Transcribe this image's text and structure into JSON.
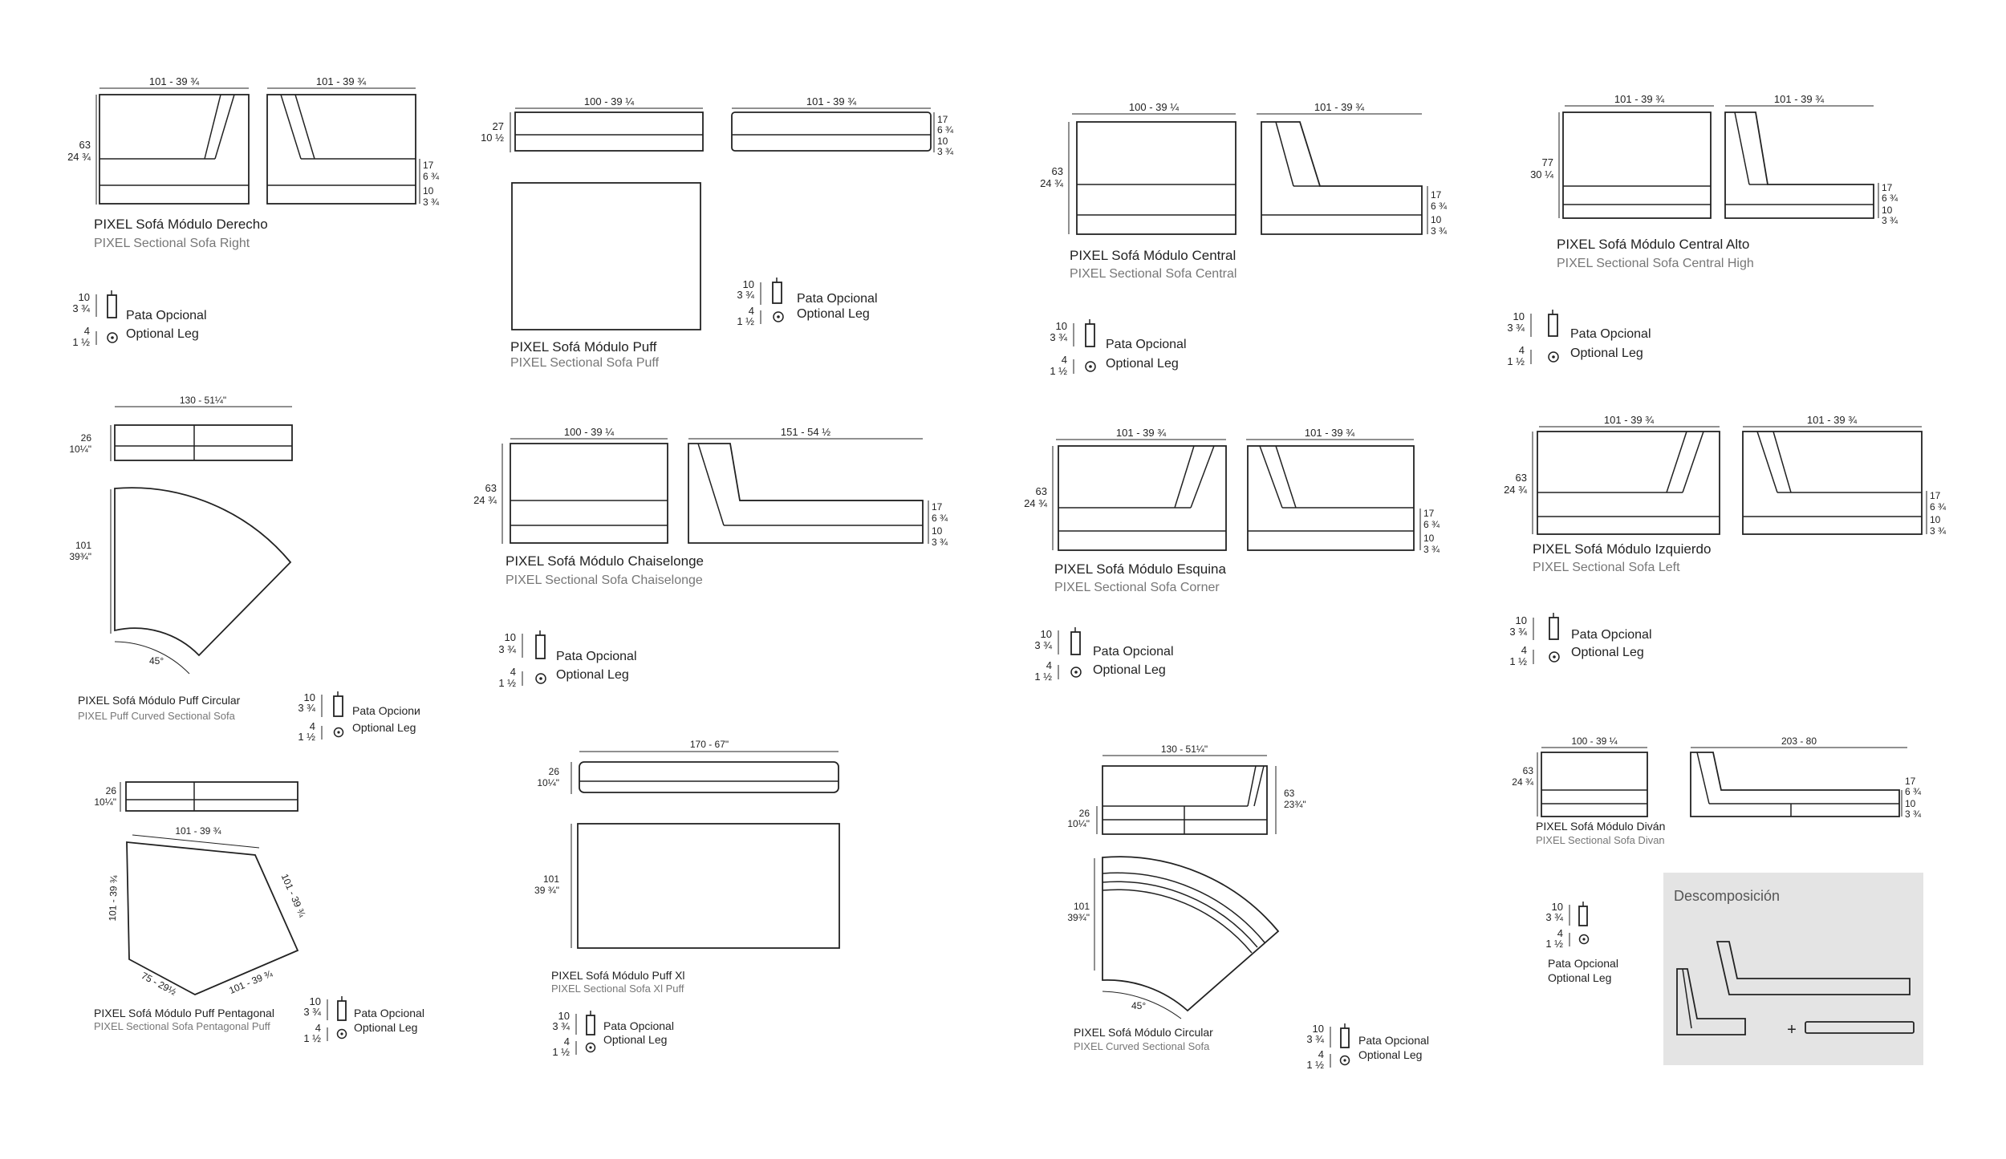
{
  "modules": {
    "m1": {
      "title": "PIXEL Sofá Módulo Derecho",
      "subtitle": "PIXEL Sectional Sofa Right",
      "w1": "101 - 39 ¾",
      "w2": "101 - 39 ¾",
      "h1": "63",
      "h2": "24 ¾",
      "s1": "17",
      "s2": "6 ¾",
      "s3": "10",
      "s4": "3 ¾"
    },
    "m2": {
      "title": "PIXEL Sofá Módulo Puff",
      "subtitle": "PIXEL Sectional Sofa Puff",
      "w1": "100 - 39 ¼",
      "w2": "101 - 39 ¾",
      "h1": "27",
      "h2": "10 ½",
      "s1": "17",
      "s2": "6 ¾",
      "s3": "10",
      "s4": "3 ¾"
    },
    "m3": {
      "title": "PIXEL Sofá Módulo Central",
      "subtitle": "PIXEL Sectional Sofa Central",
      "w1": "100 - 39 ¼",
      "w2": "101 - 39 ¾",
      "h1": "63",
      "h2": "24 ¾",
      "s1": "17",
      "s2": "6 ¾",
      "s3": "10",
      "s4": "3 ¾"
    },
    "m4": {
      "title": "PIXEL Sofá Módulo Central Alto",
      "subtitle": "PIXEL Sectional Sofa Central High",
      "w1": "101 - 39 ¾",
      "w2": "101 - 39 ¾",
      "h1": "77",
      "h2": "30 ¼",
      "s1": "17",
      "s2": "6 ¾",
      "s3": "10",
      "s4": "3 ¾"
    },
    "m5": {
      "title": "PIXEL Sofá Módulo Puff Circular",
      "subtitle": "PIXEL Puff Curved Sectional Sofa",
      "w1": "130 - 51¼\"",
      "h1": "26",
      "h2": "10¼\"",
      "d1": "101",
      "d2": "39¾\"",
      "angle": "45°"
    },
    "m6": {
      "title": "PIXEL Sofá Módulo Chaiselonge",
      "subtitle": "PIXEL Sectional Sofa Chaiselonge",
      "w1": "100 - 39 ¼",
      "w2": "151 - 54 ½",
      "h1": "63",
      "h2": "24 ¾",
      "s1": "17",
      "s2": "6 ¾",
      "s3": "10",
      "s4": "3 ¾"
    },
    "m7": {
      "title": "PIXEL Sofá Módulo Esquina",
      "subtitle": "PIXEL Sectional Sofa Corner",
      "w1": "101 - 39 ¾",
      "w2": "101 - 39 ¾",
      "h1": "63",
      "h2": "24 ¾",
      "s1": "17",
      "s2": "6 ¾",
      "s3": "10",
      "s4": "3 ¾"
    },
    "m8": {
      "title": "PIXEL Sofá Módulo Izquierdo",
      "subtitle": "PIXEL Sectional Sofa Left",
      "w1": "101 - 39 ¾",
      "w2": "101 - 39 ¾",
      "h1": "63",
      "h2": "24 ¾",
      "s1": "17",
      "s2": "6 ¾",
      "s3": "10",
      "s4": "3 ¾"
    },
    "m9": {
      "title": "PIXEL Sofá Módulo Puff Pentagonal",
      "subtitle": "PIXEL Sectional Sofa Pentagonal Puff",
      "h1": "26",
      "h2": "10¼\"",
      "e1": "101 - 39 ¾",
      "e2": "101 - 39 ¾",
      "e3": "101 - 39 ¾",
      "e4": "101 - 39 ¾",
      "e5": "75 - 29½"
    },
    "m10": {
      "title": "PIXEL Sofá Módulo Puff Xl",
      "subtitle": "PIXEL Sectional Sofa Xl Puff",
      "w1": "170 - 67\"",
      "h1": "26",
      "h2": "10¼\"",
      "d1": "101",
      "d2": "39 ¾\""
    },
    "m11": {
      "title": "PIXEL Sofá Módulo Circular",
      "subtitle": "PIXEL Curved Sectional Sofa",
      "w1": "130 - 51¼\"",
      "h1": "26",
      "h2": "10¼\"",
      "r1": "63",
      "r2": "23¾\"",
      "d1": "101",
      "d2": "39¾\"",
      "angle": "45°"
    },
    "m12": {
      "title": "PIXEL Sofá Módulo Diván",
      "subtitle": "PIXEL Sectional Sofa Divan",
      "w1": "100 - 39 ¼",
      "w2": "203 - 80",
      "h1": "63",
      "h2": "24 ¾",
      "s1": "17",
      "s2": "6 ¾",
      "s3": "10",
      "s4": "3 ¾"
    }
  },
  "legs": {
    "label": "Pata Opcional",
    "sublabel": "Optional Leg",
    "label_clipped": "Pata Opcionи",
    "h1": "10",
    "h2": "3 ¾",
    "d1": "4",
    "d2": "1 ½"
  },
  "decomposition": {
    "title": "Descomposición",
    "plus": "+"
  }
}
